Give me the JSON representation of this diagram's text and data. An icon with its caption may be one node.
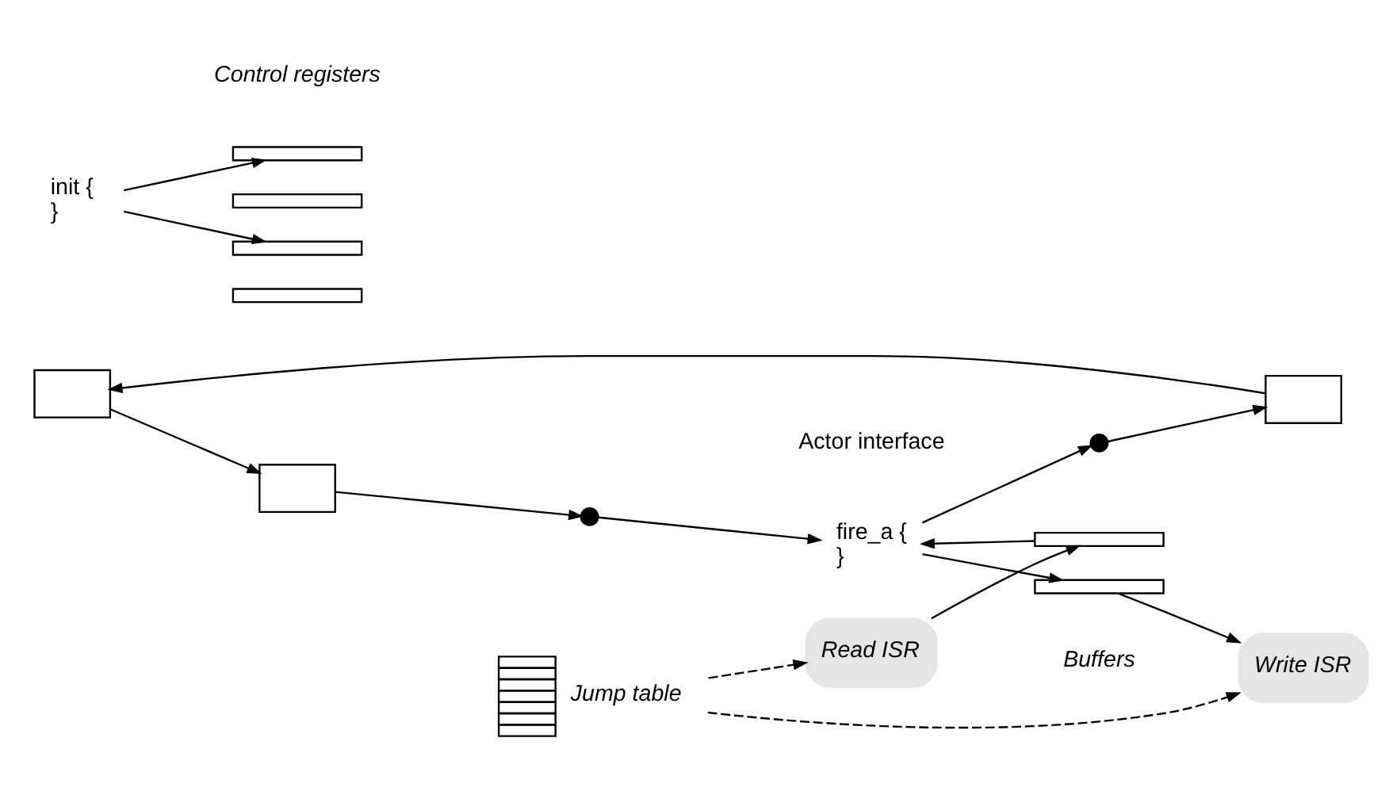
{
  "diagram": {
    "nodes": [
      {
        "text": [],
        "shape": "box"
      },
      {
        "text": [],
        "shape": "box"
      },
      {
        "text": [],
        "shape": "box"
      },
      {
        "text": [],
        "shape": "circle"
      },
      {
        "text": [],
        "shape": "circle"
      },
      {
        "text": [
          "fire_a {",
          "}"
        ]
      },
      {
        "text": [],
        "shape": "bar"
      },
      {
        "text": [],
        "shape": "bar"
      },
      {
        "text": [
          "init {",
          "}"
        ]
      },
      {
        "text": [],
        "shape": "bar"
      },
      {
        "text": [],
        "shape": "bar"
      },
      {
        "text": [],
        "shape": "bar"
      },
      {
        "text": [],
        "shape": "bar"
      },
      {
        "text": [
          "Read ISR"
        ]
      },
      {
        "text": [
          "Write ISR"
        ]
      },
      {
        "text": [
          "Jump table"
        ]
      }
    ],
    "edges": [
      {
        "from": 1,
        "to": 0,
        "arrow": "to"
      },
      {
        "from": 0,
        "to": 2,
        "arrow": "to"
      },
      {
        "from": 2,
        "to": 4,
        "arrow": "to"
      },
      {
        "from": 3,
        "to": 1,
        "arrow": "to"
      },
      {
        "from": 5,
        "to": 3,
        "arrow": "to"
      },
      {
        "from": 4,
        "to": 5,
        "arrow": "to"
      },
      {
        "from": 5,
        "to": 7,
        "arrow": "to"
      },
      {
        "from": 6,
        "to": 5,
        "arrow": "to"
      },
      {
        "from": 13,
        "to": 6,
        "arrow": "to"
      },
      {
        "from": 7,
        "to": 14,
        "arrow": "to"
      },
      {
        "from": 15,
        "to": 13,
        "arrow": "to",
        "style": "dashed"
      },
      {
        "from": 15,
        "to": 14,
        "arrow": "to",
        "style": "dashed"
      },
      {
        "from": 8,
        "to": 9,
        "arrow": "to"
      },
      {
        "from": 8,
        "to": 11,
        "arrow": "to"
      }
    ],
    "labels": [
      "Actor interface",
      "Buffers",
      "Control registers"
    ]
  }
}
